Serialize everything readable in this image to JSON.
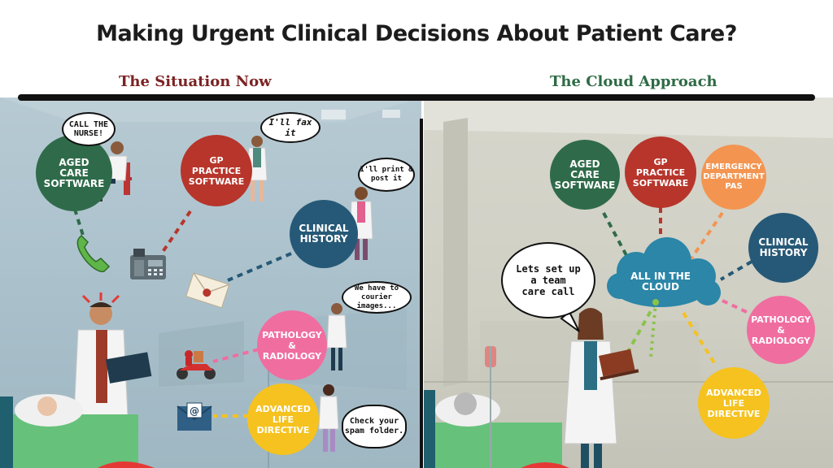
{
  "title": "Making Urgent Clinical Decisions About Patient Care?",
  "left_heading": "The Situation Now",
  "right_heading": "The Cloud Approach",
  "left": {
    "aged_care": "AGED\nCARE\nSOFTWARE",
    "gp": "GP PRACTICE\nSOFTWARE",
    "clinical_history": "CLINICAL\nHISTORY",
    "pathology": "PATHOLOGY\n&\nRADIOLOGY",
    "advanced_life": "ADVANCED\nLIFE\nDIRECTIVE",
    "bubble_call": "CALL THE\nNURSE!",
    "bubble_fax": "I'll fax it",
    "bubble_post": "I'll print &\npost it",
    "bubble_courier": "We have to\ncourier images...",
    "bubble_spam": "Check your\nspam folder."
  },
  "right": {
    "aged_care": "AGED\nCARE\nSOFTWARE",
    "gp": "GP PRACTICE\nSOFTWARE",
    "emergency": "EMERGENCY\nDEPARTMENT\nPAS",
    "clinical_history": "CLINICAL\nHISTORY",
    "pathology": "PATHOLOGY\n&\nRADIOLOGY",
    "advanced_life": "ADVANCED\nLIFE\nDIRECTIVE",
    "cloud": "ALL IN THE\nCLOUD",
    "bubble_team": "Lets set up\na team\ncare call"
  },
  "colors": {
    "green": "#2f6b4a",
    "red": "#b7352b",
    "navy": "#265977",
    "pink": "#f06da0",
    "yellow": "#f5c21f",
    "orange": "#f39551",
    "cloud": "#2b86a8"
  },
  "icons": [
    "phone-icon",
    "fax-icon",
    "envelope-icon",
    "scooter-icon",
    "email-icon",
    "cloud-icon",
    "laptop-icon"
  ]
}
